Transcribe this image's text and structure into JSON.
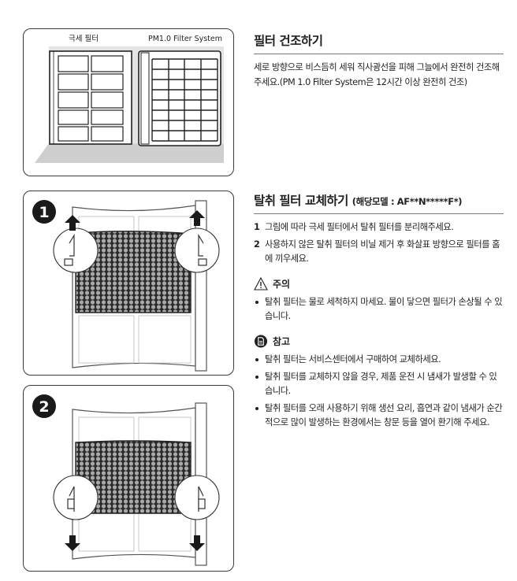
{
  "figures": {
    "fig1": {
      "label_left": "극세 필터",
      "label_right": "PM1.0 Filter System"
    },
    "fig2": {
      "step_badge": "1"
    },
    "fig3": {
      "step_badge": "2"
    }
  },
  "section_dry": {
    "title": "필터 건조하기",
    "body": "세로 방향으로 비스듬히 세워 직사광선을 피해 그늘에서 완전히 건조해 주세요.(PM 1.0 Filter System은 12시간 이상 완전히 건조)"
  },
  "section_replace": {
    "title": "탈취 필터 교체하기",
    "model_note": "(해당모델 : AF**N*****F*)",
    "steps": [
      {
        "num": "1",
        "text": "그림에 따라 극세 필터에서 탈취 필터를 분리해주세요."
      },
      {
        "num": "2",
        "text": "사용하지 않은 탈취 필터의 비닐 제거 후 화살표 방향으로 필터를 홈에 끼우세요."
      }
    ],
    "caution": {
      "icon": "warning-triangle-icon",
      "label": "주의",
      "items": [
        "탈취 필터는 물로 세척하지 마세요. 물이 닿으면 필터가 손상될 수 있습니다."
      ]
    },
    "note": {
      "icon": "note-document-icon",
      "label": "참고",
      "items": [
        "탈취 필터는 서비스센터에서 구매하여 교체하세요.",
        "탈취 필터를 교체하지 않을 경우, 제품 운전 시 냄새가 발생할 수 있습니다.",
        "탈취 필터를 오래 사용하기 위해 생선 요리, 흡연과 같이 냄새가 순간적으로 많이 발생하는 환경에서는 창문 등을 열어 환기해 주세요."
      ]
    }
  },
  "colors": {
    "text": "#231f20",
    "rule": "#7a7a7a",
    "box_border": "#3a3a3a",
    "shadow": "#d4d4d4",
    "mesh_fill": "#a9a9a9",
    "mesh_line": "#2b2b2b"
  }
}
